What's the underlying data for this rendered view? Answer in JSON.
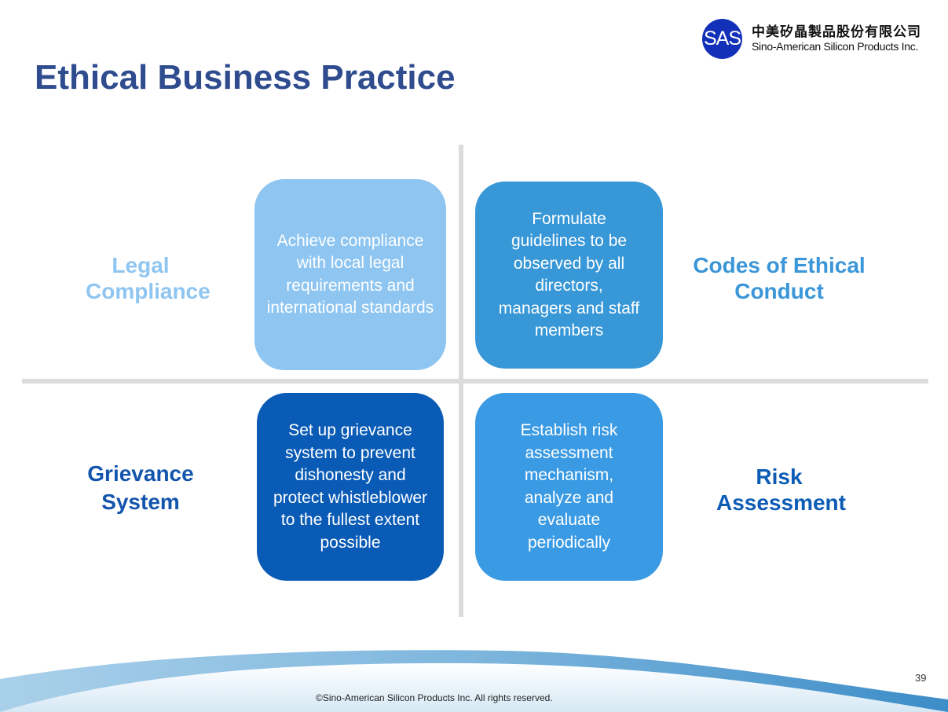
{
  "header": {
    "title": "Ethical Business Practice",
    "logo": {
      "mark": "SAS",
      "name_zh": "中美矽晶製品股份有限公司",
      "name_en": "Sino-American Silicon Products Inc."
    }
  },
  "quadrants": [
    {
      "label": "Legal Compliance",
      "description": "Achieve compliance with local legal requirements and international standards",
      "box_color": "#8EC5F1",
      "label_color": "#8EC5F1"
    },
    {
      "label": "Codes of Ethical Conduct",
      "description": "Formulate guidelines to be observed by all directors, managers and staff members",
      "box_color": "#3797D7",
      "label_color": "#3A96D8"
    },
    {
      "label": "Grievance System",
      "description": "Set up grievance system to prevent dishonesty and protect whistleblower to the fullest extent possible",
      "box_color": "#0A5BB5",
      "label_color": "#1355AD"
    },
    {
      "label": "Risk Assessment",
      "description": "Establish risk assessment mechanism, analyze and evaluate periodically",
      "box_color": "#3A9AE3",
      "label_color": "#0C5CB6"
    }
  ],
  "footer": {
    "copyright": "©Sino-American Silicon Products Inc.  All rights reserved.",
    "page_number": "39"
  }
}
